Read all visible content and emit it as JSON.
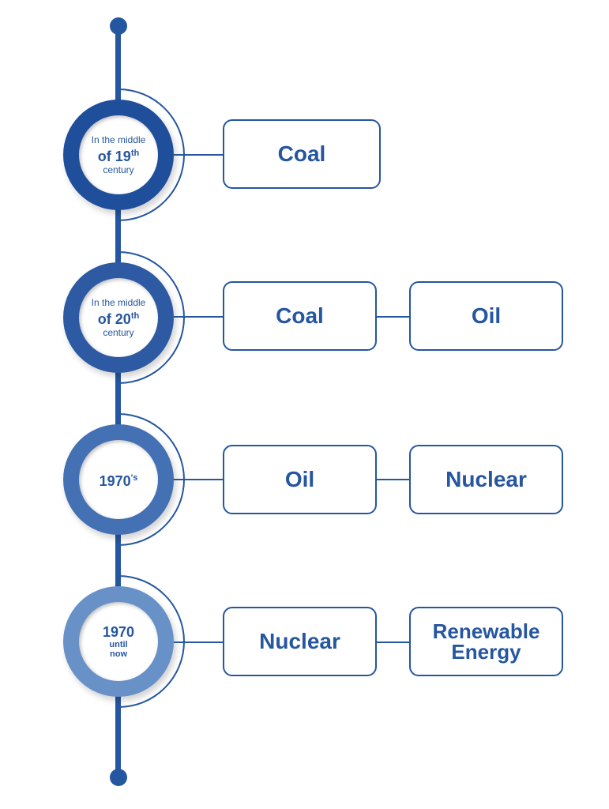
{
  "colors": {
    "primary": "#2556a0",
    "ring1": "#1f4f9b",
    "ring2": "#2d5aa3",
    "ring3": "#4470b4",
    "ring4": "#6891c8"
  },
  "stages": [
    {
      "line1": "In the middle",
      "main": "of 19",
      "sup": "th",
      "line3": "century",
      "boxes": [
        "Coal"
      ]
    },
    {
      "line1": "In the middle",
      "main": "of 20",
      "sup": "th",
      "line3": "century",
      "boxes": [
        "Coal",
        "Oil"
      ]
    },
    {
      "main": "1970",
      "sup": "'s",
      "boxes": [
        "Oil",
        "Nuclear"
      ]
    },
    {
      "main": "1970",
      "line2": "until",
      "line3": "now",
      "boxes": [
        "Nuclear",
        "Renewable Energy"
      ]
    }
  ]
}
